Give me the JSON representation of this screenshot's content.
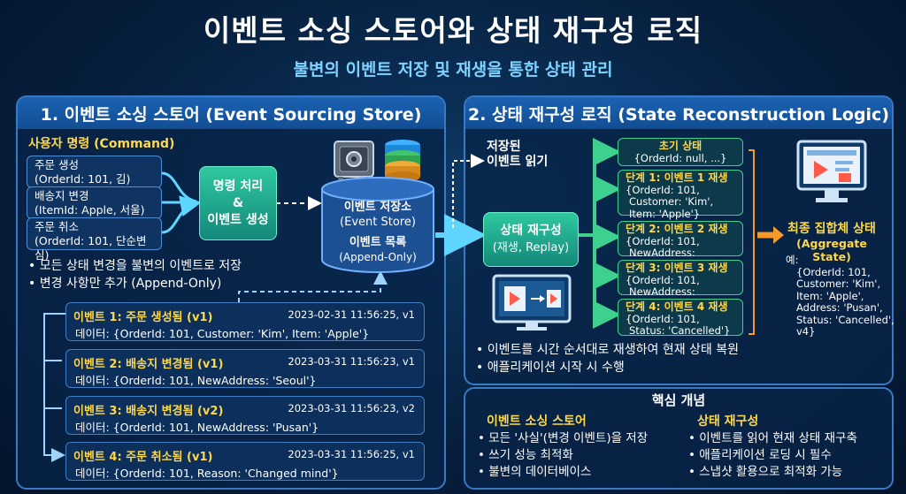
{
  "title": "이벤트 소싱 스토어와 상태 재구성 로직",
  "subtitle": "불변의 이벤트 저장 및 재생을 통한 상태 관리",
  "left_panel": {
    "header": "1. 이벤트 소싱 스토어 (Event Sourcing Store)",
    "commands_label": "사용자 명령 (Command)",
    "commands": [
      {
        "name": "주문 생성",
        "detail": "(OrderId: 101, 김)"
      },
      {
        "name": "배송지 변경",
        "detail": "(ItemId: Apple, 서울)"
      },
      {
        "name": "주문 취소",
        "detail": "(OrderId: 101, 단순변심)"
      }
    ],
    "processor": {
      "line1": "명령 처리",
      "line2": "&",
      "line3": "이벤트 생성"
    },
    "store": {
      "line1": "이벤트 저장소",
      "line2": "(Event Store)",
      "line3": "이벤트 목록",
      "line4": "(Append-Only)"
    },
    "bullets": [
      "모든 상태 변경을 불변의 이벤트로 저장",
      "변경 사항만 추가 (Append-Only)"
    ],
    "events": [
      {
        "title": "이벤트 1: 주문 생성됨 (v1)",
        "timestamp": "2023-02-31 11:56:25, v1",
        "data": "데이터: {OrderId: 101, Customer: 'Kim', Item: 'Apple'}"
      },
      {
        "title": "이벤트 2: 배송지 변경됨 (v1)",
        "timestamp": "2023-03-31 11:56:23, v1",
        "data": "데이터: {OrderId: 101, NewAddress: 'Seoul'}"
      },
      {
        "title": "이벤트 3: 배송지 변경됨 (v2)",
        "timestamp": "2023-03-31 11:56:23, v2",
        "data": "데이터: {OrderId: 101, NewAddress: 'Pusan'}"
      },
      {
        "title": "이벤트 4: 주문 취소됨 (v1)",
        "timestamp": "2023-03-31 11:56:25, v1",
        "data": "데이터: {OrderId: 101, Reason: 'Changed mind'}"
      }
    ]
  },
  "right_panel": {
    "header": "2. 상태 재구성 로직 (State Reconstruction Logic)",
    "read_label": {
      "line1": "저장된",
      "line2": "이벤트 읽기"
    },
    "reconstruct": {
      "line1": "상태 재구성",
      "line2": "(재생, Replay)"
    },
    "steps": [
      {
        "title": "초기 상태",
        "lines": [
          "{OrderId: null, ...}"
        ]
      },
      {
        "title": "단계 1: 이벤트 1 재생",
        "lines": [
          "{OrderId: 101,",
          "Customer: 'Kim',",
          "Item: 'Apple'}"
        ]
      },
      {
        "title": "단계 2: 이벤트 2 재생",
        "lines": [
          "{OrderId: 101,",
          "NewAddress: 'Seoul'}"
        ]
      },
      {
        "title": "단계 3: 이벤트 3 재생",
        "lines": [
          "{OrderId: 101,",
          "NewAddress: 'Pusan'}"
        ]
      },
      {
        "title": "단계 4: 이벤트 4 재생",
        "lines": [
          "{OrderId: 101,",
          "Status: 'Cancelled'}"
        ]
      }
    ],
    "final": {
      "title": "최종 집합체 상태",
      "subtitle": "(Aggregate State)",
      "example_label": "예:",
      "lines": [
        "{OrderId: 101,",
        "Customer: 'Kim',",
        "Item: 'Apple',",
        "Address: 'Pusan',",
        "Status: 'Cancelled',",
        "v4}"
      ]
    },
    "bullets": [
      "이벤트를 시간 순서대로 재생하여 현재 상태 복원",
      "애플리케이션 시작 시 수행"
    ]
  },
  "core": {
    "header": "핵심 개념",
    "left": {
      "title": "이벤트 소싱 스토어",
      "items": [
        "모든 '사실'(변경 이벤트)을 저장",
        "쓰기 성능 최적화",
        "불변의 데이터베이스"
      ]
    },
    "right": {
      "title": "상태 재구성",
      "items": [
        "이벤트를 읽어 현재 상태 재구축",
        "애플리케이션 로딩 시 필수",
        "스냅샷 활용으로 최적화 가능"
      ]
    }
  },
  "colors": {
    "accent_yellow": "#ffd84a",
    "accent_cyan": "#5fd6ff",
    "green": "#2fc8a0",
    "orange": "#f39a2b",
    "panel_border": "#3a79c4"
  }
}
